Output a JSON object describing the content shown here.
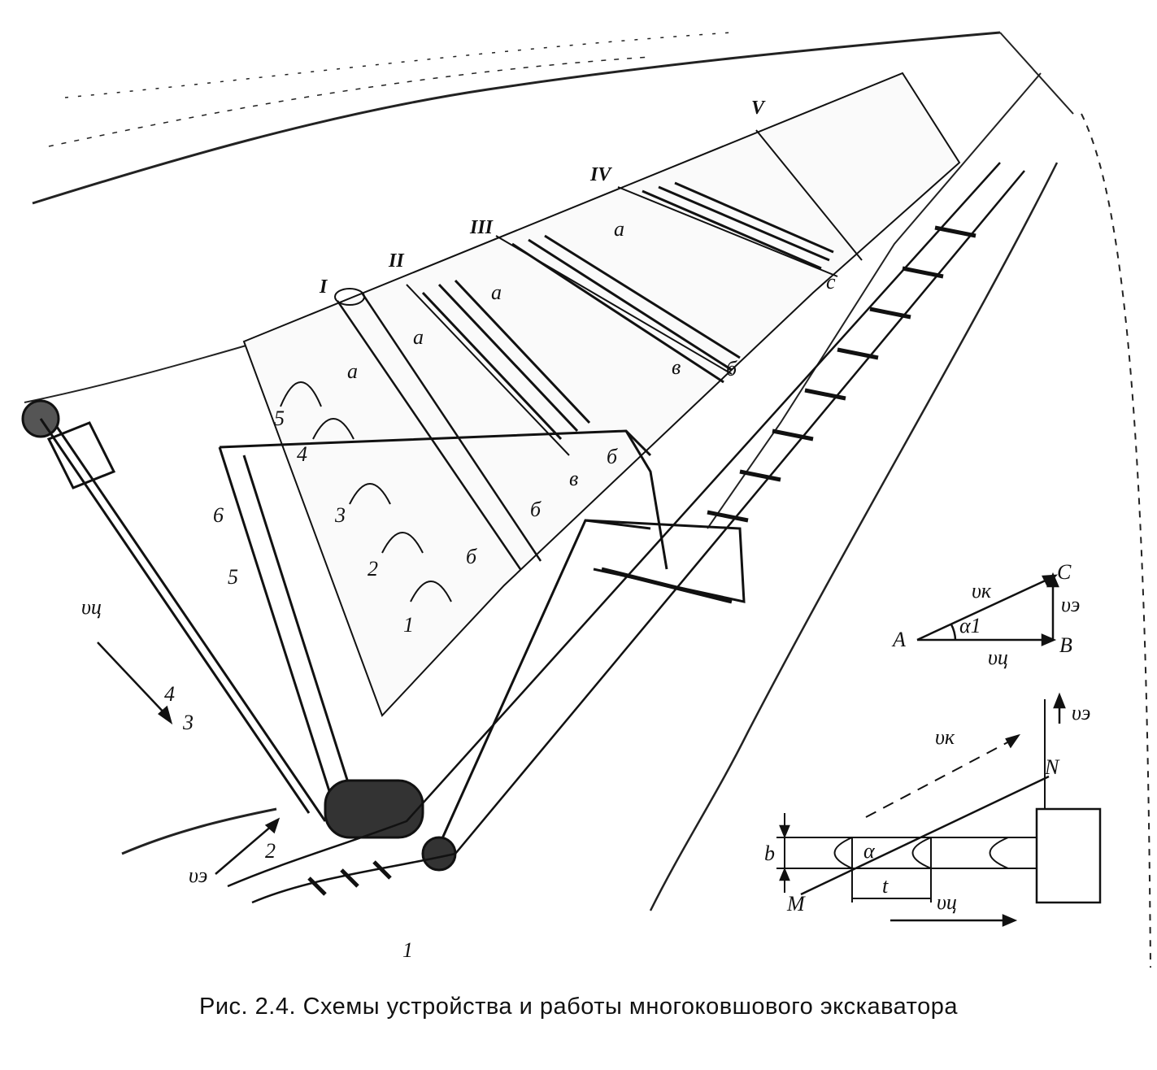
{
  "caption": "Рис. 2.4. Схемы устройства и работы многоковшового экскаватора",
  "zone_labels": [
    "I",
    "II",
    "III",
    "IV",
    "V"
  ],
  "point_labels": {
    "a": "а",
    "b": "б",
    "v": "в",
    "c": "с"
  },
  "part_numbers": [
    "1",
    "2",
    "3",
    "4",
    "5",
    "6"
  ],
  "velocity_labels": {
    "v_chain": "υц",
    "v_excavator": "υэ",
    "v_k": "υк"
  },
  "vector_diagram": {
    "A": "A",
    "B": "B",
    "C": "C",
    "alpha": "α1",
    "v_k": "υк",
    "v_e": "υэ",
    "v_c": "υц"
  },
  "cut_diagram": {
    "M": "M",
    "N": "N",
    "b": "b",
    "t": "t",
    "alpha": "α",
    "v_k": "υк",
    "v_e": "υэ",
    "v_c": "υц"
  }
}
